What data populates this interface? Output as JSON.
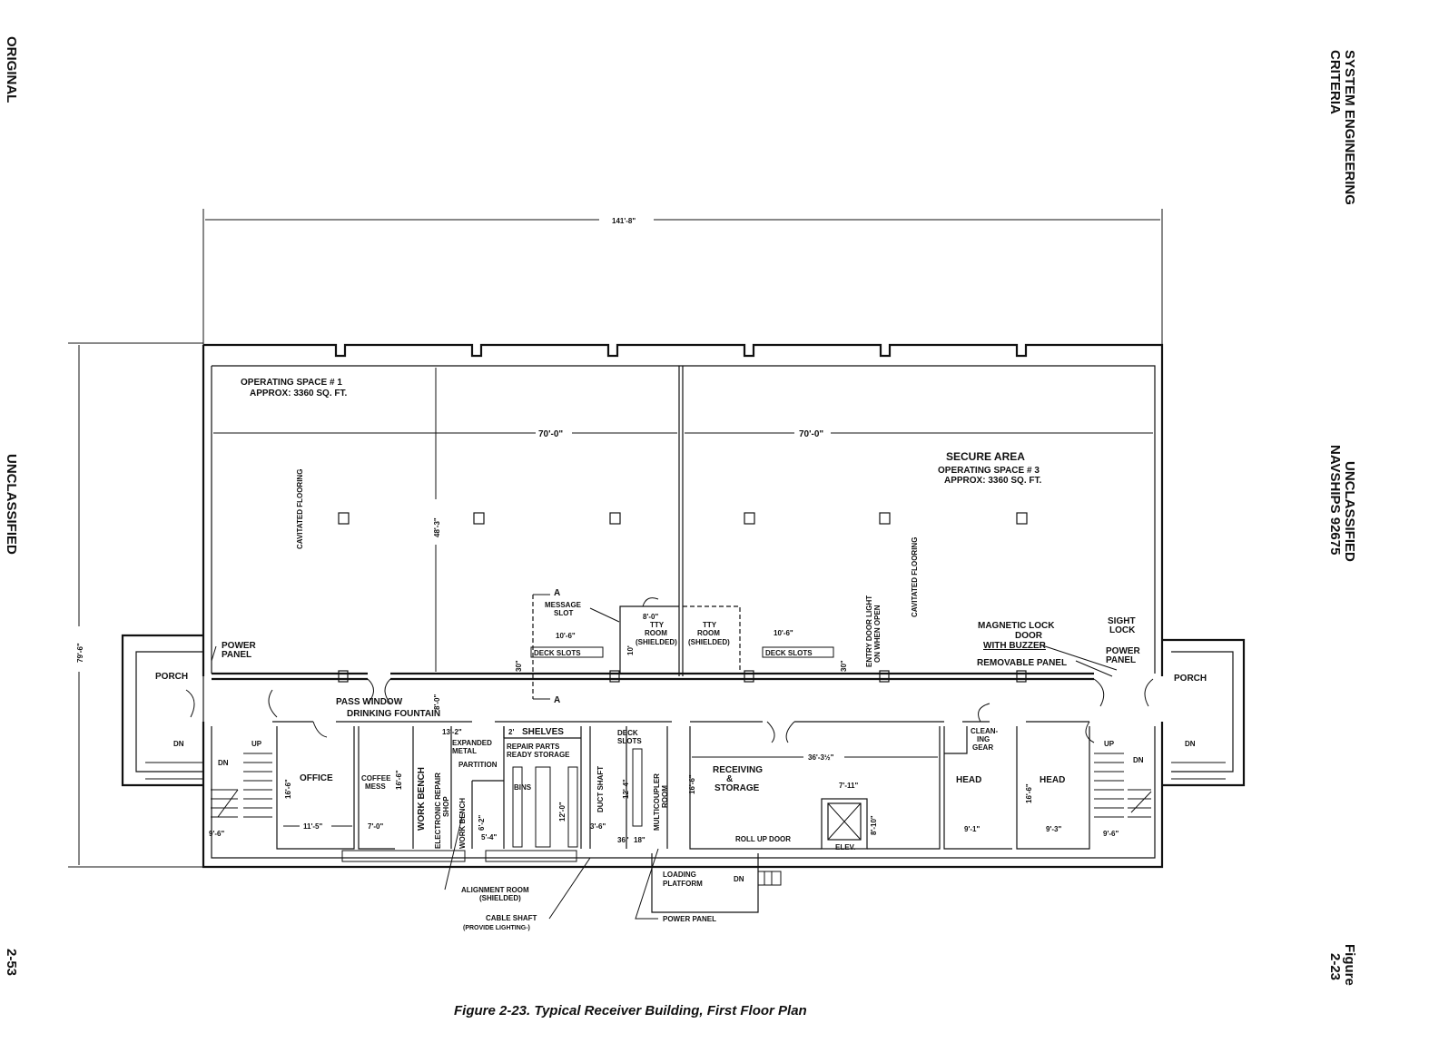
{
  "margin": {
    "left_top": "ORIGINAL",
    "left_middle": "UNCLASSIFIED",
    "left_bottom": "2-53",
    "right_top_1": "SYSTEM ENGINEERING",
    "right_top_2": "CRITERIA",
    "right_middle_1": "UNCLASSIFIED",
    "right_middle_2": "NAVSHIPS 92675",
    "right_bottom_1": "Figure",
    "right_bottom_2": "2-23"
  },
  "caption": "Figure 2-23.   Typical Receiver Building, First Floor Plan",
  "plan": {
    "dims": {
      "overall_width": "141'-8\"",
      "overall_depth": "79'-6\"",
      "op1_width": "70'-0\"",
      "op3_width": "70'-0\"",
      "op_depth": "48'-3\"",
      "deck1": "10'-6\"",
      "deck2": "10'-6\"",
      "tty_w": "8'-0\"",
      "tty_d": "10'",
      "deck_off1": "30\"",
      "deck_off2": "30\"",
      "corridor": "8'-0\"",
      "stair_l": "9'-6\"",
      "stair_r": "9'-6\"",
      "office_w": "11'-5\"",
      "office_d": "16'-6\"",
      "coffee_w": "7'-0\"",
      "coffee_d": "16'-6\"",
      "shop_w": "13'-2\"",
      "shelves": "2'",
      "align_w": "5'-4\"",
      "align_d": "6'-2\"",
      "storage_d": "12'-0\"",
      "duct": "3'-6\"",
      "multi_d": "12'-4\"",
      "multi_a": "36\"",
      "multi_b": "18\"",
      "recv_w": "36'-3½\"",
      "recv_d": "16'-6\"",
      "elev_w": "7'-11\"",
      "elev_d": "8'-10\"",
      "head1_w": "9'-1\"",
      "head2_w": "9'-3\"",
      "head_d": "16'-6\""
    },
    "labels": {
      "op1_a": "OPERATING  SPACE  # 1",
      "op1_b": "APPROX:  3360  SQ. FT.",
      "secure": "SECURE   AREA",
      "op3_a": "OPERATING  SPACE  # 3",
      "op3_b": "APPROX:  3360  SQ.  FT.",
      "cav1": "CAVITATED FLOORING",
      "cav2": "CAVITATED   FLOORING",
      "section": "A",
      "section2": "A",
      "message_1": "MESSAGE",
      "message_2": "SLOT",
      "deck_slots_1": "DECK  SLOTS",
      "deck_slots_2": "DECK  SLOTS",
      "tty1_a": "TTY",
      "tty1_b": "ROOM",
      "tty1_c": "(SHIELDED)",
      "tty2_a": "TTY",
      "tty2_b": "ROOM",
      "tty2_c": "(SHIELDED)",
      "entry_1": "ENTRY  DOOR  LIGHT",
      "entry_2": "ON  WHEN  OPEN",
      "mag_1": "MAGNETIC  LOCK",
      "mag_2": "DOOR",
      "mag_3": "WITH  BUZZER",
      "removable": "REMOVABLE  PANEL",
      "sight_1": "SIGHT",
      "sight_2": "LOCK",
      "pp_r1": "POWER",
      "pp_r2": "PANEL",
      "pp_l1": "POWER",
      "pp_l2": "PANEL",
      "porch_l": "PORCH",
      "porch_r": "PORCH",
      "pass": "PASS  WINDOW",
      "fountain": "DRINKING  FOUNTAIN",
      "office": "OFFICE",
      "coffee_1": "COFFEE",
      "coffee_2": "MESS",
      "bench1": "WORK   BENCH",
      "shop_1": "ELECTRONIC  REPAIR",
      "shop_2": "SHOP",
      "bench2": "WORK  BENCH",
      "shelves": "SHELVES",
      "expanded_1": "EXPANDED",
      "expanded_2": "METAL",
      "repair_1": "REPAIR   PARTS",
      "repair_2": "READY  STORAGE",
      "partition": "PARTITION",
      "bins": "BINS",
      "duct": "DUCT  SHAFT",
      "deck_3a": "DECK",
      "deck_3b": "SLOTS",
      "multi_1": "MULTICOUPLER",
      "multi_2": "ROOM",
      "recv_1": "RECEIVING",
      "recv_2": "&",
      "recv_3": "STORAGE",
      "elev": "ELEV.",
      "rollup": "ROLL  UP  DOOR",
      "head1": "HEAD",
      "head2": "HEAD",
      "clean_1": "CLEAN-",
      "clean_2": "ING",
      "clean_3": "GEAR",
      "up_l": "UP",
      "dn_l1": "DN",
      "dn_l2": "DN",
      "up_r": "UP",
      "dn_r1": "DN",
      "dn_r2": "DN",
      "loading_1": "LOADING",
      "loading_2": "PLATFORM",
      "dn_load": "DN",
      "align_1": "ALIGNMENT  ROOM",
      "align_2": "(SHIELDED)",
      "cable_1": "CABLE  SHAFT",
      "cable_2": "(PROVIDE  LIGHTING-)",
      "pp_bottom": "POWER  PANEL"
    }
  }
}
